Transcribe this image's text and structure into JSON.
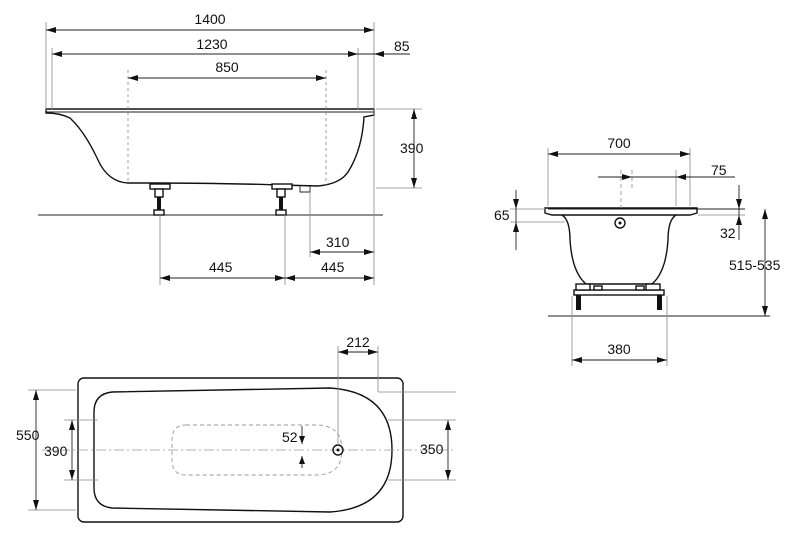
{
  "diagram": {
    "side_view": {
      "overall_length": "1400",
      "inner_length": "1230",
      "rim_width": "85",
      "bottom_length": "850",
      "depth": "390",
      "drain_offset": "310",
      "leg_spacing": "445",
      "leg_to_end": "445"
    },
    "end_view": {
      "width": "700",
      "overflow_offset": "75",
      "rim_height": "65",
      "rim_thickness": "32",
      "height": "515-535",
      "leg_span": "380"
    },
    "top_view": {
      "drain_offset": "212",
      "outer_width": "550",
      "inner_width": "390",
      "end_width": "350",
      "drain_diameter": "52"
    }
  }
}
